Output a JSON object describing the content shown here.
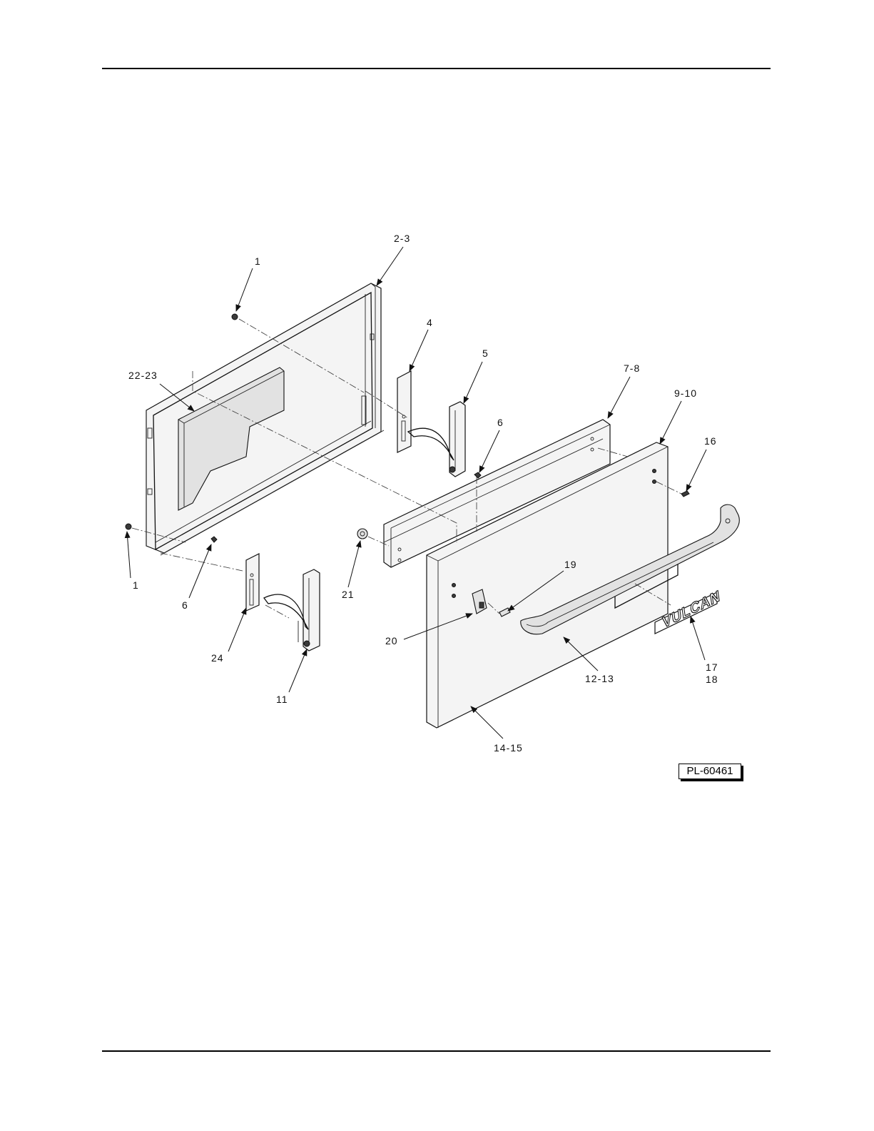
{
  "figure_id": "PL-60461",
  "callouts": {
    "c_1a": "1",
    "c_2_3": "2-3",
    "c_4": "4",
    "c_5": "5",
    "c_22_23": "22-23",
    "c_7_8": "7-8",
    "c_9_10": "9-10",
    "c_6a": "6",
    "c_16": "16",
    "c_1b": "1",
    "c_6b": "6",
    "c_21": "21",
    "c_19": "19",
    "c_20": "20",
    "c_24": "24",
    "c_11": "11",
    "c_12_13": "12-13",
    "c_17": "17",
    "c_18": "18",
    "c_14_15": "14-15"
  },
  "logo_text": "VULCAN"
}
